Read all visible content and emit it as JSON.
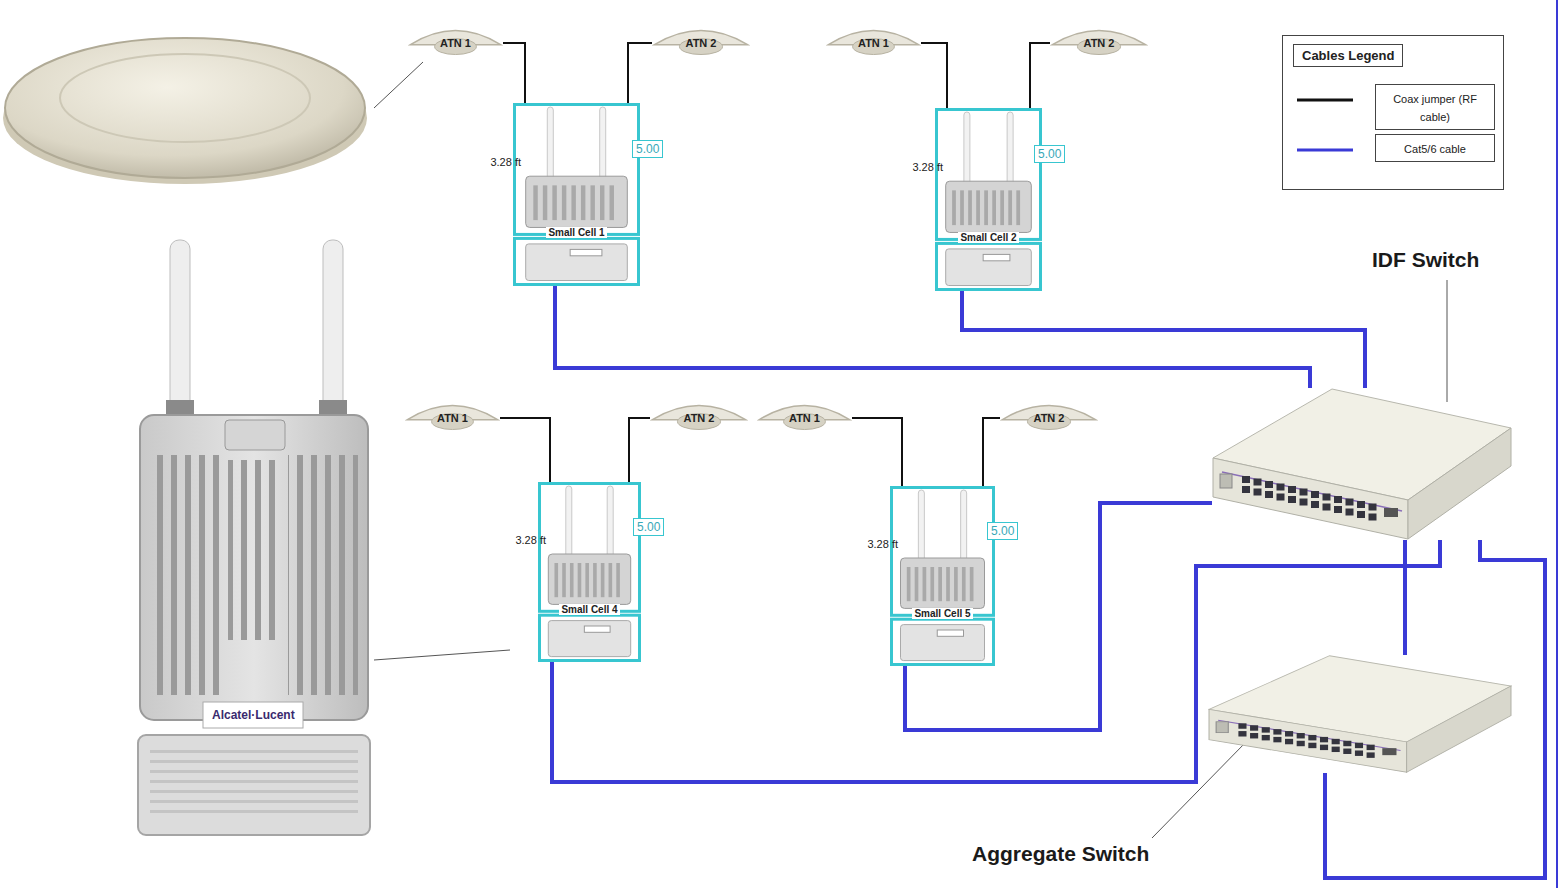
{
  "diagram": {
    "nodes": [
      {
        "text": [
          "ATN 1"
        ]
      },
      {
        "text": [
          "ATN 2"
        ]
      },
      {
        "text": [
          "ATN 1"
        ]
      },
      {
        "text": [
          "ATN 2"
        ]
      },
      {
        "text": [
          "Small Cell 1"
        ]
      },
      {
        "text": [
          "Small Cell 2"
        ]
      },
      {
        "text": [
          "IDF Switch"
        ]
      },
      {
        "text": [
          "ATN 1"
        ]
      },
      {
        "text": [
          "ATN 2"
        ]
      },
      {
        "text": [
          "ATN 1"
        ]
      },
      {
        "text": [
          "ATN 2"
        ]
      },
      {
        "text": [
          "Small Cell 4"
        ]
      },
      {
        "text": [
          "Small Cell 5"
        ]
      },
      {
        "text": [
          "Aggregate Switch"
        ]
      }
    ],
    "edges": [
      {
        "from": 0,
        "to": 4,
        "arrow": "none"
      },
      {
        "from": 1,
        "to": 4,
        "arrow": "none"
      },
      {
        "from": 2,
        "to": 5,
        "arrow": "none"
      },
      {
        "from": 3,
        "to": 5,
        "arrow": "none"
      },
      {
        "from": 7,
        "to": 11,
        "arrow": "none"
      },
      {
        "from": 8,
        "to": 11,
        "arrow": "none"
      },
      {
        "from": 9,
        "to": 12,
        "arrow": "none"
      },
      {
        "from": 10,
        "to": 12,
        "arrow": "none"
      },
      {
        "from": 4,
        "to": 6,
        "arrow": "none"
      },
      {
        "from": 5,
        "to": 6,
        "arrow": "none"
      },
      {
        "from": 12,
        "to": 6,
        "arrow": "none"
      },
      {
        "from": 11,
        "to": 6,
        "arrow": "none"
      },
      {
        "from": 6,
        "to": 13,
        "arrow": "none"
      },
      {
        "from": 13,
        "to": 6,
        "arrow": "none"
      }
    ],
    "labels": [
      "3.28 ft",
      "5.00",
      "3.28 ft",
      "5.00",
      "3.28 ft",
      "5.00",
      "3.28 ft",
      "5.00",
      "Alcatel·Lucent",
      "Cables Legend"
    ],
    "legend": [
      {
        "text": "Coax jumper (RF cable)"
      },
      {
        "text": "Cat5/6 cable"
      }
    ]
  }
}
